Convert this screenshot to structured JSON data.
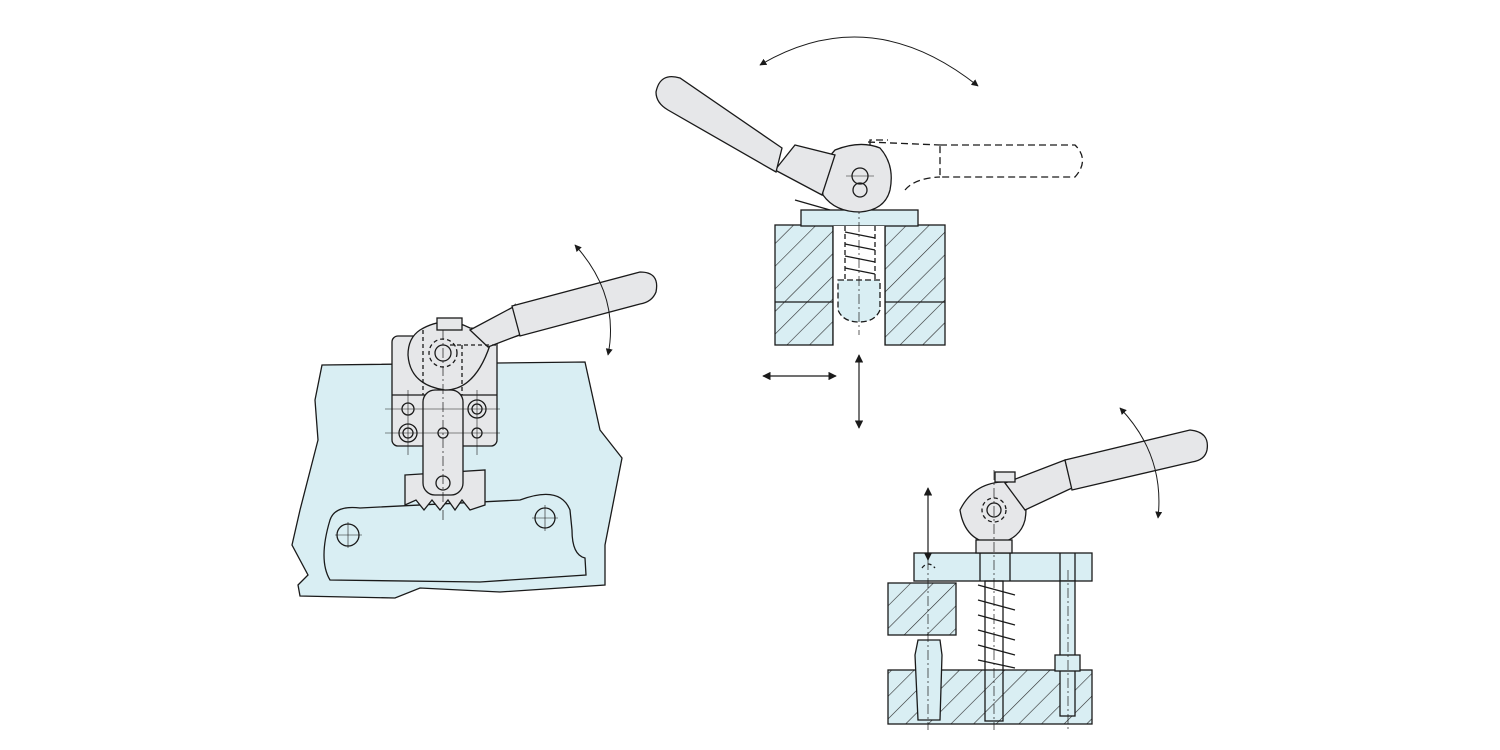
{
  "colors": {
    "background": "#ffffff",
    "workpiece_fill": "#d9eef3",
    "metal_fill": "#e6e7e9",
    "outline": "#1a1a1a",
    "hatch": "#2a2a2a",
    "arrow": "#1a1a1a"
  },
  "views": [
    {
      "id": "left-view",
      "description_icon": "cam-lever-clamp-front-view-icon"
    },
    {
      "id": "top-view",
      "description_icon": "cam-lever-clamp-section-view-icon"
    },
    {
      "id": "right-view",
      "description_icon": "cam-lever-clamp-fixture-view-icon"
    }
  ]
}
